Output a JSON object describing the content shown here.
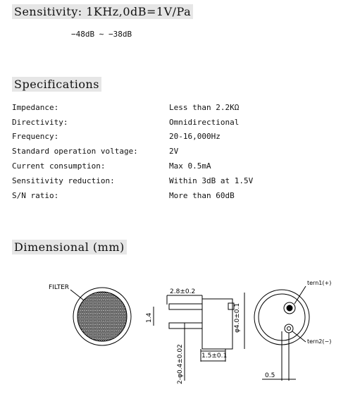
{
  "sensitivity": {
    "heading": "Sensitivity: 1KHz,0dB=1V/Pa",
    "range": "−48dB ∼ −38dB"
  },
  "specifications": {
    "heading": "Specifications",
    "rows": [
      {
        "label": "Impedance:",
        "value": "Less than 2.2KΩ"
      },
      {
        "label": "Directivity:",
        "value": "Omnidirectional"
      },
      {
        "label": "Frequency:",
        "value": "20-16,000Hz"
      },
      {
        "label": "Standard operation voltage:",
        "value": "2V"
      },
      {
        "label": "Current consumption:",
        "value": "Max 0.5mA"
      },
      {
        "label": "Sensitivity reduction:",
        "value": "Within 3dB at 1.5V"
      },
      {
        "label": "S/N ratio:",
        "value": "More than 60dB"
      }
    ]
  },
  "dimensional": {
    "heading": "Dimensional (mm)",
    "labels": {
      "filter": "FILTER",
      "length": "2.8±0.2",
      "pin_spacing": "1.4",
      "diameter": "φ4.0±0.1",
      "height": "1.5±0.1",
      "pin_dia": "2-φ0.4±0.02",
      "term1": "tern1(+)",
      "term2": "tern2(−)",
      "offset": "0.5"
    }
  }
}
